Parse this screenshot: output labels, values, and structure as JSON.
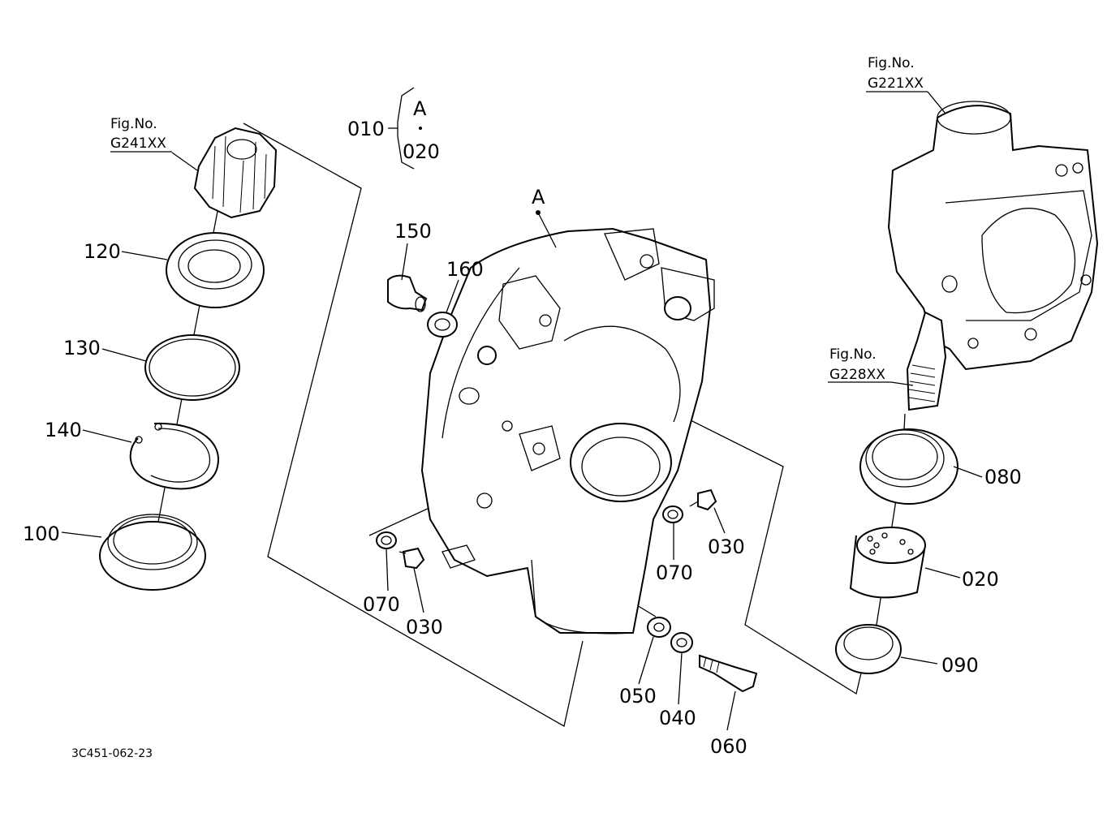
{
  "callouts": {
    "c010": "010",
    "c020_top": "020",
    "a_label": "A",
    "a_marker": "A",
    "c150": "150",
    "c160": "160",
    "c120": "120",
    "c130": "130",
    "c140": "140",
    "c100": "100",
    "c070_left": "070",
    "c030_left": "030",
    "c070_right": "070",
    "c030_right": "030",
    "c050": "050",
    "c040": "040",
    "c060": "060",
    "c080": "080",
    "c020_right": "020",
    "c090": "090"
  },
  "fig_refs": {
    "g241_title": "Fig.No.",
    "g241_code": "G241XX",
    "g221_title": "Fig.No.",
    "g221_code": "G221XX",
    "g228_title": "Fig.No.",
    "g228_code": "G228XX"
  },
  "drawing_code": "3C451-062-23"
}
